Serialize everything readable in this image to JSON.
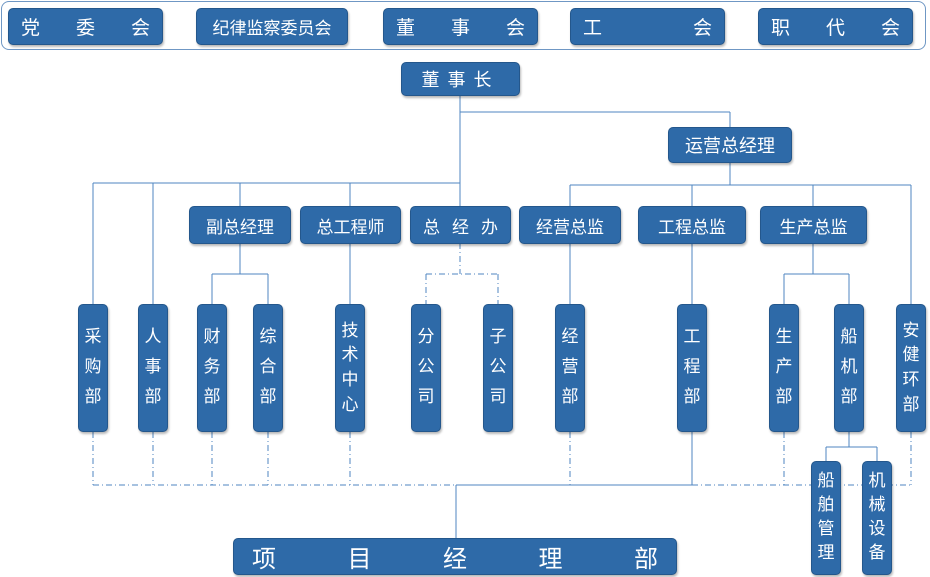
{
  "top_row": [
    "党委会",
    "纪律监察委员会",
    "董事会",
    "工会",
    "职代会"
  ],
  "chairman": "董事长",
  "coo": "运营总经理",
  "tier2": [
    "副总经理",
    "总工程师",
    "总经办",
    "经营总监",
    "工程总监",
    "生产总监"
  ],
  "departments": [
    "采购部",
    "人事部",
    "财务部",
    "综合部",
    "技术中心",
    "分公司",
    "子公司",
    "经营部",
    "工程部",
    "生产部",
    "船机部",
    "安健环部"
  ],
  "sub_departments": [
    "船舶管理",
    "机械设备"
  ],
  "project_dept": "项目经理部",
  "colors": {
    "box_fill": "#2e6aa8",
    "box_border": "#24578c",
    "line": "#4f86c0",
    "frame": "#6f97c4",
    "text": "#ffffff"
  }
}
